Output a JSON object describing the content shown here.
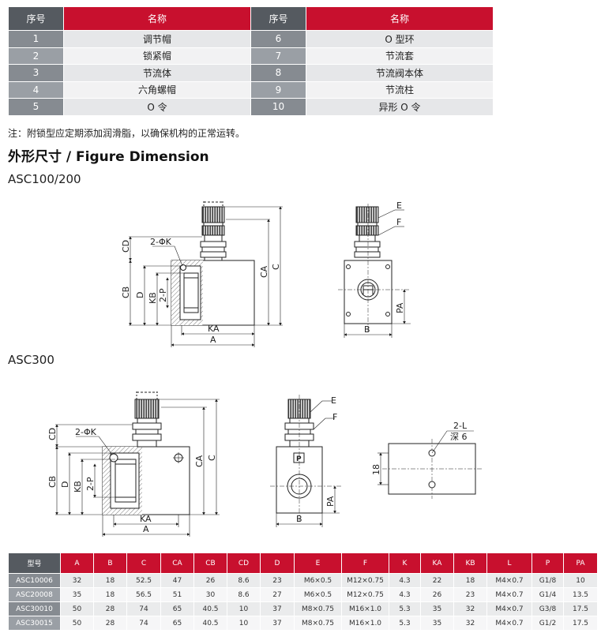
{
  "parts_table": {
    "header": {
      "no": "序号",
      "name": "名称"
    },
    "left": [
      {
        "no": "1",
        "name": "调节帽"
      },
      {
        "no": "2",
        "name": "锁紧帽"
      },
      {
        "no": "3",
        "name": "节流体"
      },
      {
        "no": "4",
        "name": "六角螺帽"
      },
      {
        "no": "5",
        "name": "O 令"
      }
    ],
    "right": [
      {
        "no": "6",
        "name": "O 型环"
      },
      {
        "no": "7",
        "name": "节流套"
      },
      {
        "no": "8",
        "name": "节流阀本体"
      },
      {
        "no": "9",
        "name": "节流柱"
      },
      {
        "no": "10",
        "name": "异形 O 令"
      }
    ]
  },
  "note": "注：附锁型应定期添加润滑脂，以确保机构的正常运转。",
  "section_title": "外形尺寸 / Figure Dimension",
  "models": {
    "asc100": "ASC100/200",
    "asc300": "ASC300"
  },
  "dims": {
    "CD": "CD",
    "CB": "CB",
    "D": "D",
    "KB": "KB",
    "P2": "2-P",
    "K2": "2-ΦK",
    "KA": "KA",
    "A": "A",
    "CA": "CA",
    "C": "C",
    "E": "E",
    "F": "F",
    "B": "B",
    "PA": "PA",
    "L2": "2-L",
    "depth": "深 6",
    "h18": "18",
    "logo": "P"
  },
  "spec_table": {
    "headers": [
      "型号",
      "A",
      "B",
      "C",
      "CA",
      "CB",
      "CD",
      "D",
      "E",
      "F",
      "K",
      "KA",
      "KB",
      "L",
      "P",
      "PA"
    ],
    "rows": [
      [
        "ASC10006",
        "32",
        "18",
        "52.5",
        "47",
        "26",
        "8.6",
        "23",
        "M6×0.5",
        "M12×0.75",
        "4.3",
        "22",
        "18",
        "M4×0.7",
        "G1/8",
        "10"
      ],
      [
        "ASC20008",
        "35",
        "18",
        "56.5",
        "51",
        "30",
        "8.6",
        "27",
        "M6×0.5",
        "M12×0.75",
        "4.3",
        "26",
        "23",
        "M4×0.7",
        "G1/4",
        "13.5"
      ],
      [
        "ASC30010",
        "50",
        "28",
        "74",
        "65",
        "40.5",
        "10",
        "37",
        "M8×0.75",
        "M16×1.0",
        "5.3",
        "35",
        "32",
        "M4×0.7",
        "G3/8",
        "17.5"
      ],
      [
        "ASC30015",
        "50",
        "28",
        "74",
        "65",
        "40.5",
        "10",
        "37",
        "M8×0.75",
        "M16×1.0",
        "5.3",
        "35",
        "32",
        "M4×0.7",
        "G1/2",
        "17.5"
      ]
    ]
  }
}
